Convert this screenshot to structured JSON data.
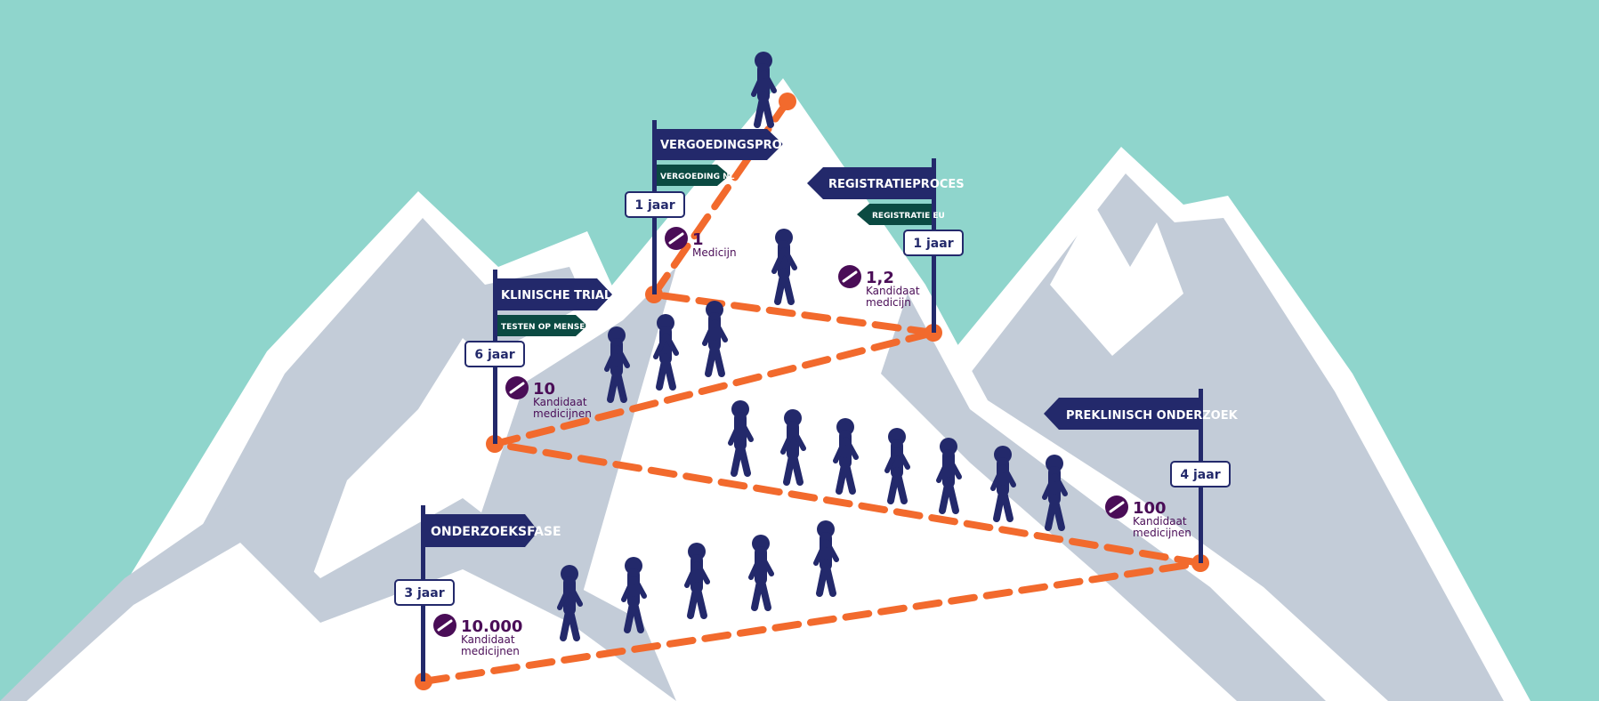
{
  "colors": {
    "sky": "#8fd5cc",
    "mountain_light": "#ffffff",
    "mountain_shade": "#c3ccd8",
    "navy": "#23296b",
    "dark_green": "#0b4a42",
    "orange": "#f26a2d",
    "purple": "#4a0d57"
  },
  "stages": {
    "onderzoek": {
      "title": "ONDERZOEKSFASE",
      "duration": "3 jaar",
      "count": "10.000",
      "count_line1": "Kandidaat",
      "count_line2": "medicijnen"
    },
    "preklinisch": {
      "title": "PREKLINISCH ONDERZOEK",
      "duration": "4 jaar",
      "count": "100",
      "count_line1": "Kandidaat",
      "count_line2": "medicijnen"
    },
    "klinisch": {
      "title": "KLINISCHE TRIALS",
      "subtitle": "TESTEN OP MENSEN",
      "duration": "6 jaar",
      "count": "10",
      "count_line1": "Kandidaat",
      "count_line2": "medicijnen"
    },
    "registratie": {
      "title": "REGISTRATIEPROCES",
      "subtitle": "REGISTRATIE EU",
      "duration": "1 jaar",
      "count": "1,2",
      "count_line1": "Kandidaat",
      "count_line2": "medicijn"
    },
    "vergoeding": {
      "title": "VERGOEDINGSPROCES",
      "subtitle": "VERGOEDING NL",
      "duration": "1 jaar",
      "count": "1",
      "count_line1": "Medicijn"
    }
  },
  "icons": {
    "walker": "person-walking-icon",
    "pill": "pill-icon"
  }
}
